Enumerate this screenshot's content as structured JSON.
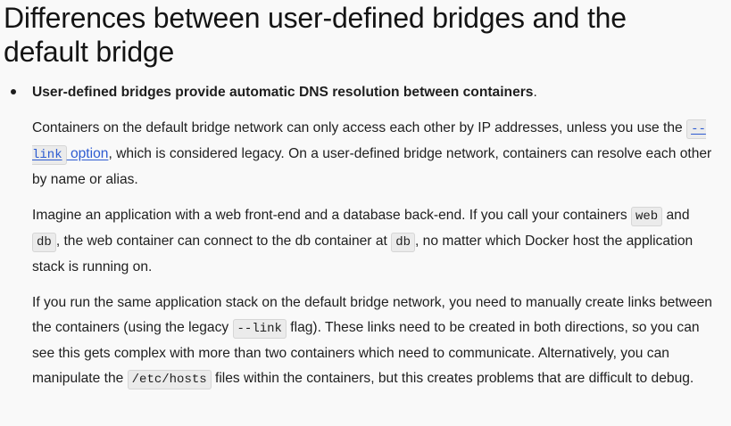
{
  "section": {
    "title_line1": "Differences between user-defined bridges and the",
    "title_line2": "default bridge"
  },
  "item": {
    "lead_bold": "User-defined bridges provide automatic DNS resolution between containers",
    "lead_end": ".",
    "p1": {
      "t1": "Containers on the default bridge network can only access each other by IP addresses, unless you use the ",
      "link_code": "--link",
      "link_text": " option",
      "t2": ", which is considered legacy. On a user-defined bridge network, containers can resolve each other by name or alias."
    },
    "p2": {
      "t1": "Imagine an application with a web front-end and a database back-end. If you call your containers ",
      "c1": "web",
      "t2": " and ",
      "c2": "db",
      "t3": ", the web container can connect to the db container at ",
      "c3": "db",
      "t4": ", no matter which Docker host the application stack is running on."
    },
    "p3": {
      "t1": "If you run the same application stack on the default bridge network, you need to manually create links between the containers (using the legacy ",
      "c1": "--link",
      "t2": " flag). These links need to be created in both directions, so you can see this gets complex with more than two containers which need to communicate. Alternatively, you can manipulate the ",
      "c2": "/etc/hosts",
      "t3": " files within the containers, but this creates problems that are difficult to debug."
    }
  }
}
